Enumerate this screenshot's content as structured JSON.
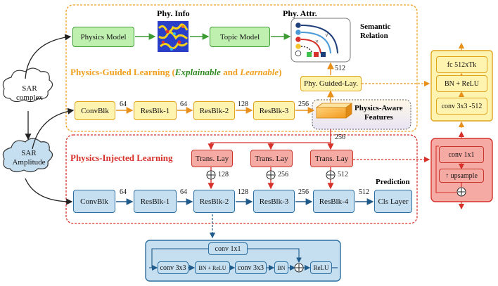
{
  "phy_info": "Phy. Info",
  "phy_attr": "Phy. Attr.",
  "semantic_relation": [
    "Semantic",
    "Relation"
  ],
  "physics_model": "Physics Model",
  "topic_model": "Topic Model",
  "sar_complex": [
    "SAR",
    "complex"
  ],
  "sar_amplitude": [
    "SAR",
    "Amplitude"
  ],
  "pgl_title": {
    "prefix": "Physics-Guided Learning (",
    "explainable": "Explainable",
    "and": " and ",
    "learnable": "Learnable",
    "suffix": ")"
  },
  "pil_title": "Physics-Injected Learning",
  "phy_guided_lay": "Phy. Guided-Lay.",
  "physics_aware": [
    "Physics-Aware",
    "Features"
  ],
  "yellow_chain": [
    "ConvBlk",
    "ResBlk-1",
    "ResBlk-2",
    "ResBlk-3"
  ],
  "yellow_dims": [
    "64",
    "64",
    "128",
    "256"
  ],
  "blue_chain": [
    "ConvBlk",
    "ResBlk-1",
    "ResBlk-2",
    "ResBlk-3",
    "ResBlk-4"
  ],
  "blue_dims": [
    "64",
    "64",
    "128",
    "256",
    "512"
  ],
  "trans_lay": "Trans. Lay",
  "inject_dims": [
    "128",
    "256",
    "512"
  ],
  "dim_512_top": "512",
  "dim_256_mid": "256",
  "prediction": "Prediction",
  "cls_layer": "Cls Layer",
  "yellow_detail": [
    "fc 512xTk",
    "BN + ReLU",
    "conv 3x3 -512"
  ],
  "red_detail": [
    "conv 1x1",
    "↑ upsample"
  ],
  "resblk_detail": {
    "skip": "conv 1x1",
    "items": [
      "conv 3x3",
      "BN + ReLU",
      "conv 3x3",
      "BN",
      "ReLU"
    ]
  },
  "colors": {
    "green": "#3d9b34",
    "orange": "#f0a020",
    "red": "#d6312a",
    "blue": "#2c6ea0"
  }
}
